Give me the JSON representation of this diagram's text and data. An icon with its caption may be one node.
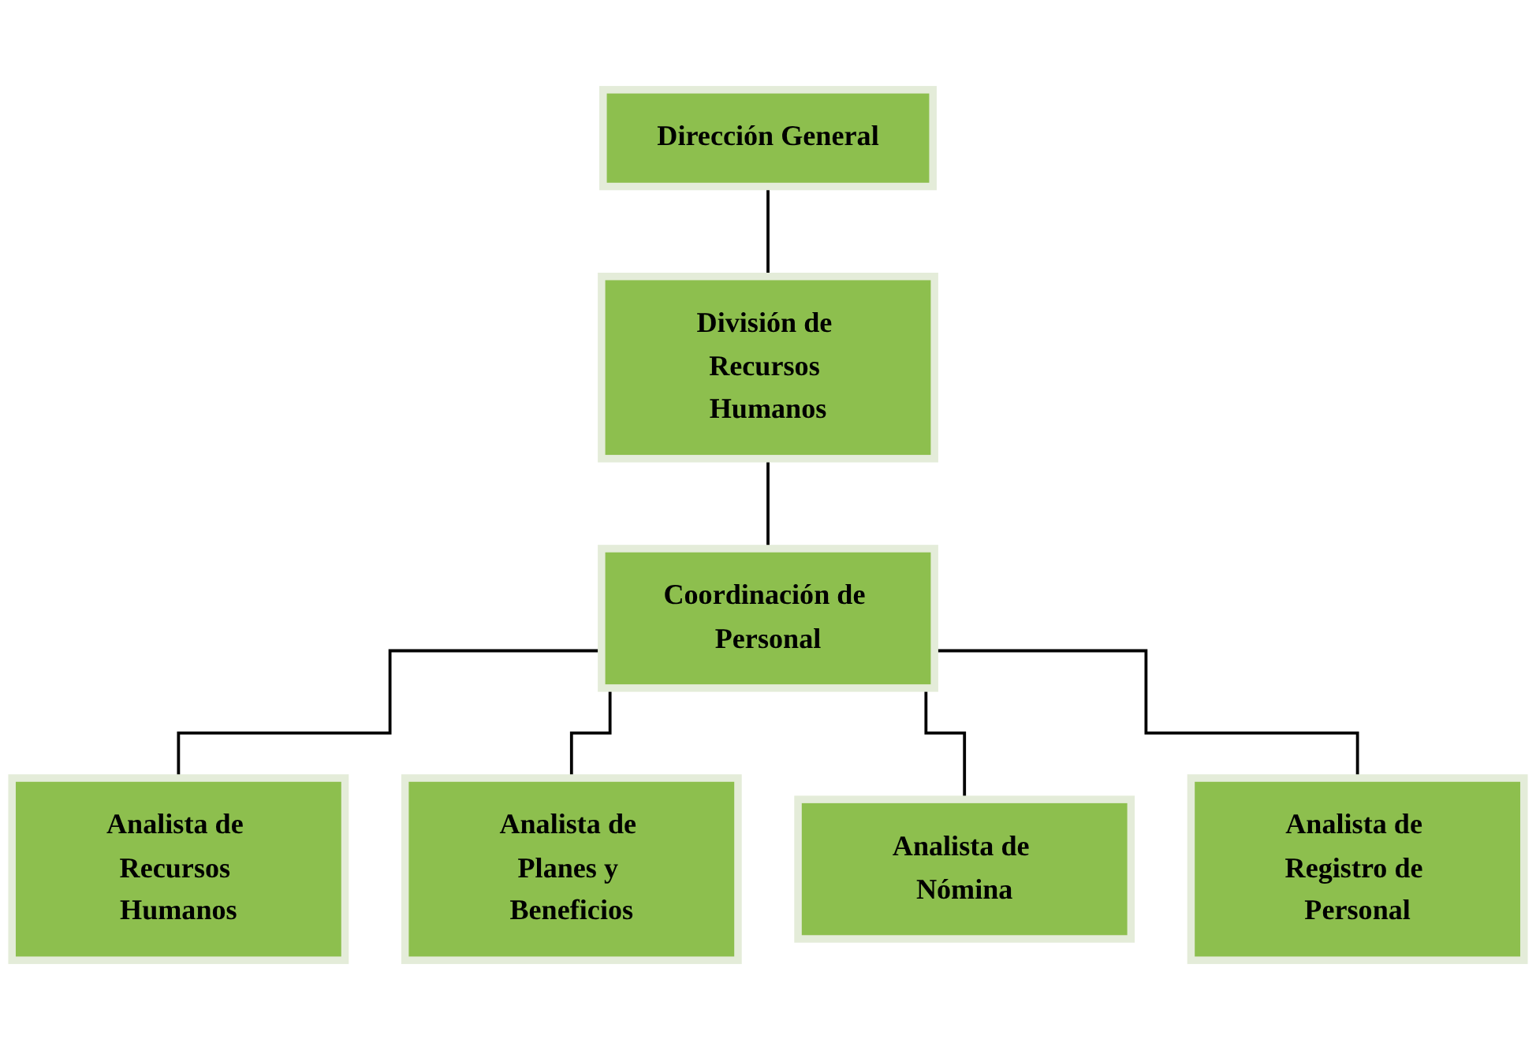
{
  "diagram": {
    "nodes": [
      {
        "text": [
          "Dirección General"
        ]
      },
      {
        "text": [
          "División de Recursos Humanos"
        ]
      },
      {
        "text": [
          "Coordinación de Personal"
        ]
      },
      {
        "text": [
          "Analista de Recursos Humanos"
        ]
      },
      {
        "text": [
          "Analista de Planes y Beneficios"
        ]
      },
      {
        "text": [
          "Analista de Nómina"
        ]
      },
      {
        "text": [
          "Analista de Registro de Personal"
        ]
      }
    ],
    "edges": [
      {
        "from": 0,
        "to": 1,
        "arrow": "none"
      },
      {
        "from": 1,
        "to": 2,
        "arrow": "none"
      },
      {
        "from": 2,
        "to": 3,
        "arrow": "none"
      },
      {
        "from": 2,
        "to": 4,
        "arrow": "none"
      },
      {
        "from": 2,
        "to": 5,
        "arrow": "none"
      },
      {
        "from": 2,
        "to": 6,
        "arrow": "none"
      }
    ]
  }
}
